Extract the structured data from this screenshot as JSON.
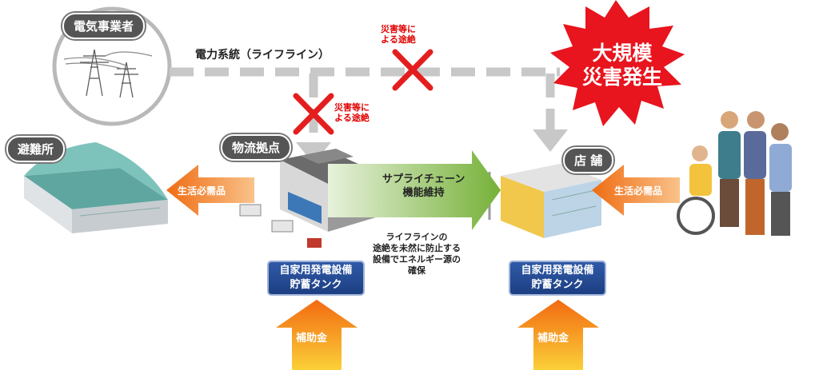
{
  "labels": {
    "power_company": "電気事業者",
    "power_line": "電力系統（ライフライン）",
    "disaster_cut_1": "災害等に\nよる途絶",
    "disaster_cut_2": "災害等に\nよる途絶",
    "big_disaster": "大規模\n災害発生",
    "shelter": "避難所",
    "logistics": "物流拠点",
    "store": "店 舗",
    "daily_goods_left": "生活必需品",
    "daily_goods_right": "生活必需品",
    "supply_chain": "サプライチェーン\n機能維持",
    "lifeline_note": "ライフラインの\n途絶を未然に防止する\n設備でエネルギー源の\n確保",
    "generator_left": "自家用発電設備\n貯蓄タンク",
    "generator_right": "自家用発電設備\n貯蓄タンク",
    "subsidy_left": "補助金",
    "subsidy_right": "補助金"
  },
  "colors": {
    "dash_line": "#c8c8c8",
    "cross": "#e41e1e",
    "orange": "#f07a1a",
    "green": "#7cb342",
    "burst": "#e8141e",
    "blue_box": "#2a4f9a",
    "pill": "#555555"
  },
  "icons": [
    "pylon-icon",
    "warehouse-icon",
    "shelter-icon",
    "store-icon",
    "people-icon",
    "truck-icon"
  ]
}
